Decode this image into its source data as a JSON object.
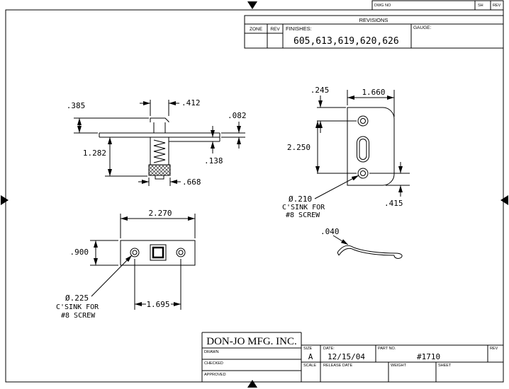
{
  "sheet": {
    "header": {
      "dwg_no_label": "DWG NO",
      "sh_label": "SH",
      "rev_label": "REV"
    },
    "revisions": {
      "title": "REVISIONS",
      "zone_label": "ZONE",
      "rev_label": "REV",
      "finishes_label": "FINISHES:",
      "finishes_value": "605,613,619,620,626",
      "gauge_label": "GAUGE:"
    }
  },
  "side_view": {
    "dim_above_plate": ".385",
    "dim_bolt_width": ".412",
    "dim_plate_thickness": ".082",
    "dim_body_length": "1.282",
    "dim_flange_thickness": ".138",
    "dim_tube_width": ".668"
  },
  "face_view": {
    "dim_top_to_hole": ".245",
    "dim_width": "1.660",
    "dim_hole_spacing": "2.250",
    "callout_dia": "Ø.210",
    "callout_line2": "C'SINK FOR",
    "callout_line3": "#8 SCREW",
    "dim_hole_to_bottom": ".415"
  },
  "front_view": {
    "dim_width": "2.270",
    "dim_height": ".900",
    "callout_dia": "Ø.225",
    "callout_line2": "C'SINK FOR",
    "callout_line3": "#8 SCREW",
    "dim_hole_spacing": "1.695"
  },
  "lip_view": {
    "dim_thickness": ".040"
  },
  "title_block": {
    "company": "DON-JO MFG. INC.",
    "drawn_label": "DRAWN",
    "checked_label": "CHECKED",
    "approved_label": "APPROVED",
    "size_label": "SIZE",
    "size_value": "A",
    "date_label": "DATE:",
    "date_value": "12/15/04",
    "part_label": "PART NO.",
    "part_value": "#1710",
    "rev_label": "REV",
    "scale_label": "SCALE",
    "release_label": "RELEASE DATE",
    "weight_label": "WEIGHT",
    "sheet_label": "SHEET"
  }
}
